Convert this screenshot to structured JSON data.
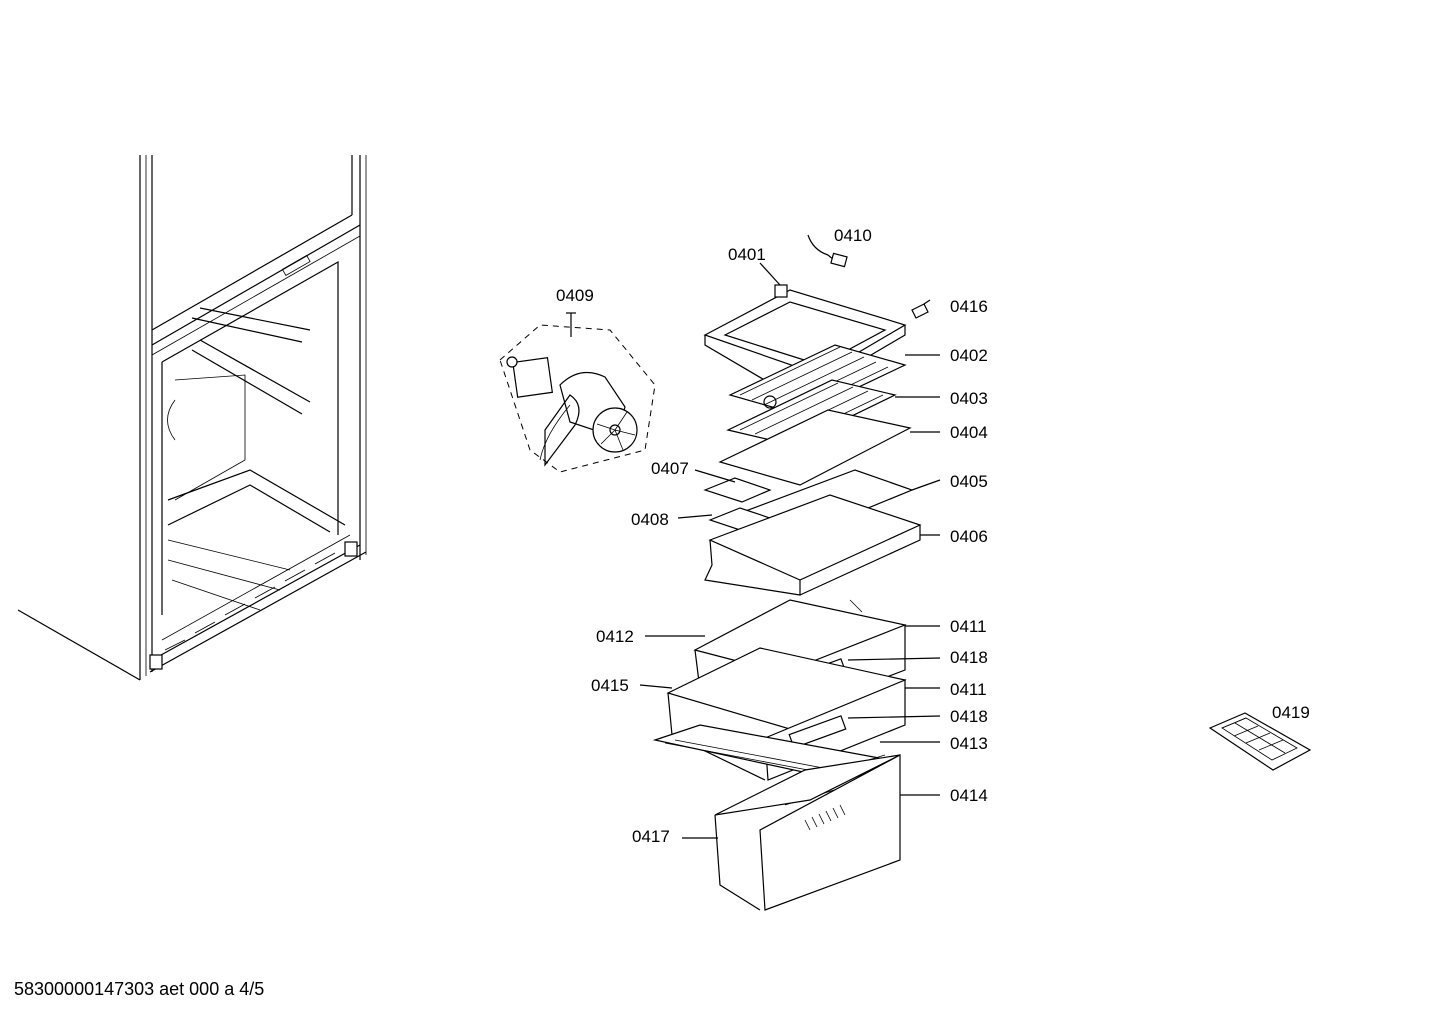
{
  "footer_code": "58300000147303 aet 000 a 4/5",
  "labels": {
    "p0401": "0401",
    "p0402": "0402",
    "p0403": "0403",
    "p0404": "0404",
    "p0405": "0405",
    "p0406": "0406",
    "p0407": "0407",
    "p0408": "0408",
    "p0409": "0409",
    "p0410": "0410",
    "p0411a": "0411",
    "p0411b": "0411",
    "p0412": "0412",
    "p0413": "0413",
    "p0414": "0414",
    "p0415": "0415",
    "p0416": "0416",
    "p0417": "0417",
    "p0418a": "0418",
    "p0418b": "0418",
    "p0419": "0419"
  }
}
